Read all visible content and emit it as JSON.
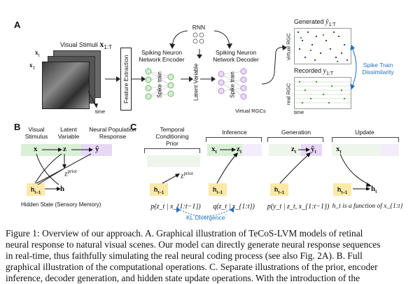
{
  "panel_a": {
    "letter": "A",
    "visual_stimuli": "Visual Stimuli",
    "x_sub": "x",
    "x_sub_range": "1:T",
    "x_t": "x",
    "x_t_sub": "t",
    "x_1": "x",
    "x_1_sub": "1",
    "time_label": "time",
    "feature_extraction": "Feature Extraction",
    "encoder": "Spiking Neuron\nNetwork Encoder",
    "spike_train_1": "Spike train",
    "latent_variable": "Latent Variable",
    "rnn": "RNN",
    "decoder": "Spiking Neuron\nNetwork Decoder",
    "spike_train_2": "Spike train",
    "virtual_rgcs": "Virtual RGCs",
    "generated": "Generated",
    "generated_sym": "ŷ",
    "generated_sub": "1:T",
    "recorded": "Recorded",
    "recorded_sym": "y",
    "recorded_sub": "1:T",
    "virtual_rgc": "virtual RGC",
    "real_rgc": "real RGC",
    "time_label_2": "time",
    "dissimilarity": "Spike Train\nDissimilarity",
    "colors": {
      "green": "#3a9a3a",
      "purple": "#b48ad8",
      "blue": "#1f6fbf",
      "yellow": "#fce9a8"
    }
  },
  "panel_b": {
    "letter": "B",
    "col1": "Visual\nStimulus",
    "col2": "Latent\nVariable",
    "col3": "Neural Population\nResponse",
    "xt": "x",
    "zt": "z",
    "yt": "ŷ",
    "zprior": "z",
    "prior_sup": "prior",
    "h_prev": "h",
    "h_prev_sub": "t−1",
    "h_t": "h",
    "hidden_state": "Hidden State (Sensory Memory)"
  },
  "panel_c": {
    "letter": "C",
    "sections": [
      {
        "title": "Temporal\nConditioning\nPrior",
        "formula": "p(z_t | x_{1:t−1})"
      },
      {
        "title": "Inference",
        "formula": "q(z_t | x_{1:t})"
      },
      {
        "title": "Generation",
        "formula": "p(y_t | z_t, x_{1:t−1})"
      },
      {
        "title": "Update",
        "formula": "h_t is a function of x_{1:t}"
      }
    ],
    "kl": "KL Divergence"
  },
  "caption": {
    "lines": [
      "Figure 1: Overview of our approach. A. Graphical illustration of TeCoS-LVM models of retinal",
      "neural response to natural visual scenes. Our model can directly generate neural response sequences",
      "in real-time, thus faithfully simulating the real neural coding process (see also Fig. 2A). B. Full",
      "graphical illustration of the computational operations. C. Separate illustrations of the prior, encoder",
      "inference, decoder generation, and hidden state update operations. With the introduction of the"
    ]
  }
}
